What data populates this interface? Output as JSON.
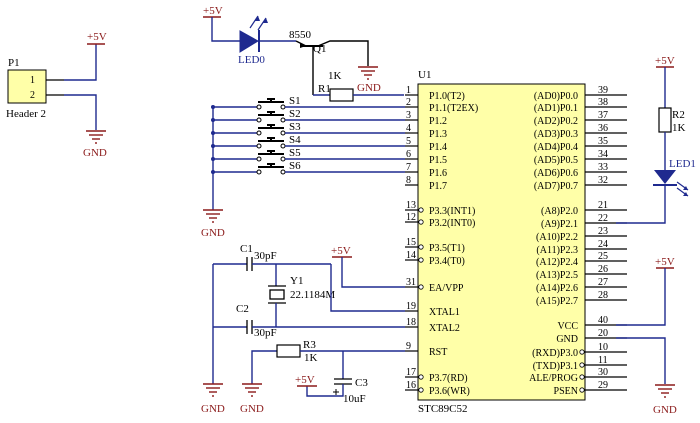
{
  "colors": {
    "wire": "#1f2a8f",
    "power": "#8b1a1a",
    "chip_fill": "#ffffa8",
    "part": "#000000"
  },
  "header": {
    "ref": "P1",
    "name": "Header 2",
    "pins": [
      "1",
      "2"
    ]
  },
  "power_labels": {
    "vcc": "+5V",
    "gnd": "GND"
  },
  "led0": {
    "ref": "LED0"
  },
  "q1": {
    "ref": "Q1",
    "type": "8550"
  },
  "r1": {
    "ref": "R1",
    "value": "1K"
  },
  "r2": {
    "ref": "R2",
    "value": "1K"
  },
  "r3": {
    "ref": "R3",
    "value": "1K"
  },
  "led1": {
    "ref": "LED1"
  },
  "switches": [
    "S1",
    "S2",
    "S3",
    "S4",
    "S5",
    "S6"
  ],
  "c1": {
    "ref": "C1",
    "value": "30pF"
  },
  "c2": {
    "ref": "C2",
    "value": "30pF"
  },
  "c3": {
    "ref": "C3",
    "value": "10uF"
  },
  "y1": {
    "ref": "Y1",
    "value": "22.1184M"
  },
  "u1": {
    "ref": "U1",
    "part": "STC89C52",
    "left_pins": [
      {
        "num": "1",
        "name": "P1.0(T2)"
      },
      {
        "num": "2",
        "name": "P1.1(T2EX)"
      },
      {
        "num": "3",
        "name": "P1.2"
      },
      {
        "num": "4",
        "name": "P1.3"
      },
      {
        "num": "5",
        "name": "P1.4"
      },
      {
        "num": "6",
        "name": "P1.5"
      },
      {
        "num": "7",
        "name": "P1.6"
      },
      {
        "num": "8",
        "name": "P1.7"
      },
      {
        "num": "13",
        "name": "P3.3(INT1)"
      },
      {
        "num": "12",
        "name": "P3.2(INT0)"
      },
      {
        "num": "15",
        "name": "P3.5(T1)"
      },
      {
        "num": "14",
        "name": "P3.4(T0)"
      },
      {
        "num": "31",
        "name": "EA/VPP"
      },
      {
        "num": "19",
        "name": "XTAL1"
      },
      {
        "num": "18",
        "name": "XTAL2"
      },
      {
        "num": "9",
        "name": "RST"
      },
      {
        "num": "17",
        "name": "P3.7(RD)"
      },
      {
        "num": "16",
        "name": "P3.6(WR)"
      }
    ],
    "right_pins": [
      {
        "num": "39",
        "name": "(AD0)P0.0"
      },
      {
        "num": "38",
        "name": "(AD1)P0.1"
      },
      {
        "num": "37",
        "name": "(AD2)P0.2"
      },
      {
        "num": "36",
        "name": "(AD3)P0.3"
      },
      {
        "num": "35",
        "name": "(AD4)P0.4"
      },
      {
        "num": "34",
        "name": "(AD5)P0.5"
      },
      {
        "num": "33",
        "name": "(AD6)P0.6"
      },
      {
        "num": "32",
        "name": "(AD7)P0.7"
      },
      {
        "num": "21",
        "name": "(A8)P2.0"
      },
      {
        "num": "22",
        "name": "(A9)P2.1"
      },
      {
        "num": "23",
        "name": "(A10)P2.2"
      },
      {
        "num": "24",
        "name": "(A11)P2.3"
      },
      {
        "num": "25",
        "name": "(A12)P2.4"
      },
      {
        "num": "26",
        "name": "(A13)P2.5"
      },
      {
        "num": "27",
        "name": "(A14)P2.6"
      },
      {
        "num": "28",
        "name": "(A15)P2.7"
      },
      {
        "num": "40",
        "name": "VCC"
      },
      {
        "num": "20",
        "name": "GND"
      },
      {
        "num": "10",
        "name": "(RXD)P3.0"
      },
      {
        "num": "11",
        "name": "(TXD)P3.1"
      },
      {
        "num": "30",
        "name": "ALE/PROG"
      },
      {
        "num": "29",
        "name": "PSEN"
      }
    ]
  }
}
